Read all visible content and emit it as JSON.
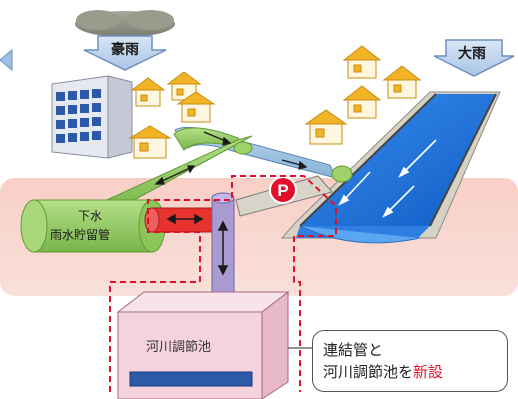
{
  "labels": {
    "heavy_rain_left": "豪雨",
    "heavy_rain_right": "大雨",
    "sewer_line1": "下水",
    "sewer_line2": "雨水貯留管",
    "pump_symbol": "P",
    "basin": "河川調節池"
  },
  "callout": {
    "line1": "連結管と",
    "line2_prefix": "河川調節池を",
    "line2_highlight": "新設"
  },
  "colors": {
    "underground": "#f6c6bd",
    "green_pipe": "#8fc65a",
    "blue_pipe": "#9cc4e0",
    "connector_red": "#e8322e",
    "vertical_pipe": "#a99bd2",
    "basin_box": "#f5d3de",
    "river_water": "#1a6fd8",
    "house_roof": "#f2b424",
    "highlight_red": "#e0102a"
  }
}
